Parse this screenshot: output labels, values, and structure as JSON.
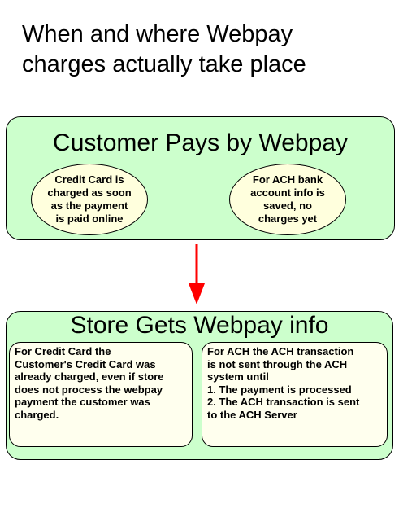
{
  "title": {
    "line1": "When and where Webpay",
    "line2": "charges actually take place"
  },
  "top_panel": {
    "heading": "Customer Pays by Webpay",
    "left_oval": {
      "lines": [
        "Credit Card is",
        "charged as soon",
        "as the payment",
        "is paid online"
      ]
    },
    "right_oval": {
      "lines": [
        "For ACH bank",
        "account info is",
        "saved, no",
        "charges yet"
      ]
    }
  },
  "arrow": {
    "color": "#ff0000",
    "direction": "down"
  },
  "bottom_panel": {
    "heading": "Store Gets Webpay info",
    "left_card": {
      "lines": [
        "For Credit Card the",
        "Customer's Credit Card was",
        "already charged, even if store",
        "does not process the webpay",
        "payment the customer was",
        "charged."
      ]
    },
    "right_card": {
      "lines": [
        "For ACH the ACH transaction",
        "is not sent through the ACH",
        "system until",
        "1. The payment is processed",
        "2. The ACH transaction is sent",
        "to the ACH Server"
      ]
    }
  },
  "colors": {
    "panel_fill": "#ccffcc",
    "oval_fill": "#ffffdd",
    "card_fill": "#ffffee",
    "arrow": "#ff0000"
  }
}
